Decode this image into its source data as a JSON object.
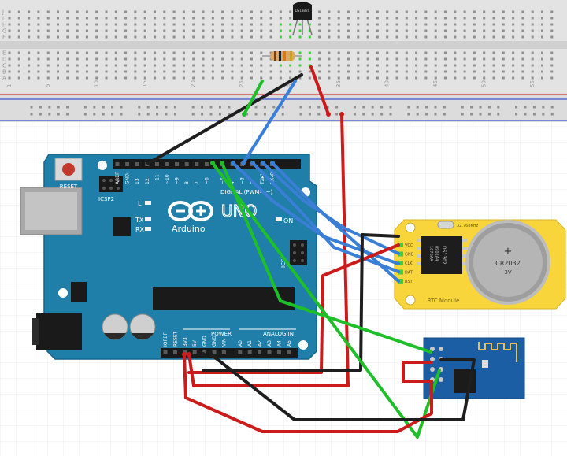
{
  "breadboard": {
    "row_letters_top": [
      "J",
      "I",
      "H",
      "G",
      "F"
    ],
    "row_letters_bottom": [
      "E",
      "D",
      "C",
      "B",
      "A"
    ],
    "column_numbers": [
      "1",
      "5",
      "10",
      "15",
      "20",
      "25",
      "30",
      "35",
      "40",
      "45",
      "50",
      "55"
    ]
  },
  "sensor": {
    "label": "DS18B20"
  },
  "arduino": {
    "board_name": "UNO",
    "brand": "Arduino",
    "reset_label": "RESET",
    "icsp2_label": "ICSP2",
    "icsp_label": "ICSP",
    "led_l": "L",
    "led_tx": "TX",
    "led_rx": "RX",
    "led_on": "ON",
    "digital_header": "DIGITAL (PWM= ~)",
    "power_header": "POWER",
    "analog_header": "ANALOG IN",
    "top_pins": [
      "AREF",
      "GND",
      "13",
      "12",
      "~11",
      "~10",
      "~9",
      "8",
      "7",
      "~6",
      "~5",
      "4",
      "~3",
      "2",
      "TX▸1",
      "RX◂0"
    ],
    "bottom_pins": [
      "IOREF",
      "RESET",
      "3V3",
      "5V",
      "GND",
      "GND",
      "VIN",
      "A0",
      "A1",
      "A2",
      "A3",
      "A4",
      "A5"
    ]
  },
  "rtc": {
    "module_label": "RTC Module",
    "chip_label": "DS1302",
    "chip_code": "0902A4",
    "chip_code2": "1670AA",
    "crystal_label": "32.768KHz",
    "battery_plus": "+",
    "battery_label": "CR2032",
    "battery_voltage": "3V",
    "pins": [
      "VCC",
      "GND",
      "CLK",
      "DAT",
      "RST"
    ]
  },
  "colors": {
    "board_blue": "#1f7fa8",
    "rtc_yellow": "#f7d53b",
    "esp_blue": "#1b5ea3",
    "wire_red": "#cc1b1b",
    "wire_black": "#1e1e1e",
    "wire_green": "#1fbf2a",
    "wire_blue": "#3a7fd5"
  }
}
